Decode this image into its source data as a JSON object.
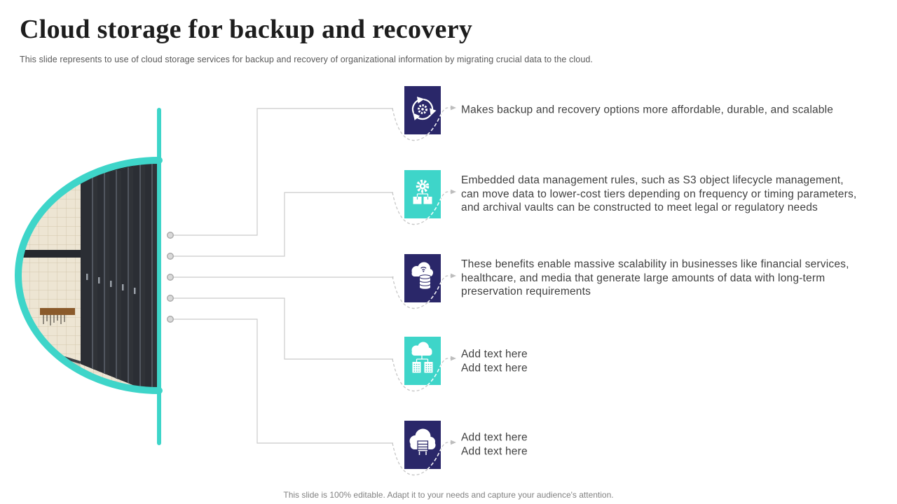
{
  "slide": {
    "title": "Cloud storage for backup and recovery",
    "subtitle": "This slide represents to use of cloud storage services for backup and recovery of organizational information by migrating crucial data to the cloud.",
    "footer": "This slide is 100% editable. Adapt it to your needs and capture your audience's attention."
  },
  "colors": {
    "navy": "#2A2769",
    "teal": "#3ED5C9",
    "connector_gray": "#CBCBCB",
    "title_text": "#1D1D1D",
    "body_text": "#404040",
    "muted_text": "#828282"
  },
  "items": [
    {
      "icon": "sync-arrows-icon",
      "color": "#2A2769",
      "text": "Makes backup and recovery options more affordable, durable, and scalable"
    },
    {
      "icon": "gear-packages-icon",
      "color": "#3ED5C9",
      "text": "Embedded data management rules, such as S3 object lifecycle management, can move data to lower-cost tiers depending on frequency or timing parameters, and archival vaults can be constructed to meet legal or regulatory needs"
    },
    {
      "icon": "cloud-database-icon",
      "color": "#2A2769",
      "text": "These benefits enable massive scalability in businesses like financial services, healthcare, and media that generate large amounts of data with long-term preservation requirements"
    },
    {
      "icon": "cloud-network-icon",
      "color": "#3ED5C9",
      "text": "Add text here\nAdd text here"
    },
    {
      "icon": "cloud-server-icon",
      "color": "#2A2769",
      "text": "Add text here\nAdd text here"
    }
  ]
}
